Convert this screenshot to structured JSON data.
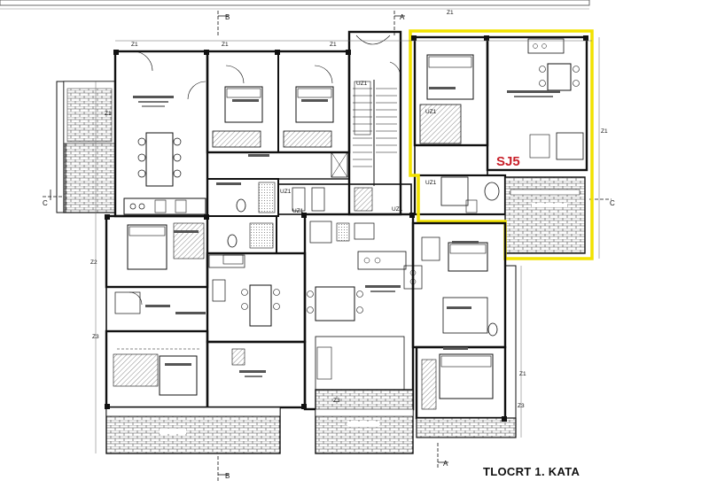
{
  "floor_title": "TLOCRT 1. KATA",
  "highlight": {
    "unit_label": "SJ5",
    "label_color": "#c8202a",
    "outline_color": "#f2e200"
  },
  "axis_labels": {
    "top_left": "B",
    "top_mid": "A",
    "bottom_left": "B",
    "bottom_mid": "A",
    "left": "C",
    "right_edge": "C"
  },
  "dimension_tags": [
    "Z1",
    "Z1",
    "Z1",
    "Z2",
    "Z1",
    "Z3",
    "Z1",
    "UZ1",
    "UZ1",
    "UZ1",
    "UZ1",
    "UZ1",
    "Z3",
    "Z1",
    "Z1",
    "Z3",
    "UZ1"
  ],
  "colors": {
    "wall": "#111111",
    "hatch": "#555555",
    "background": "#ffffff"
  }
}
